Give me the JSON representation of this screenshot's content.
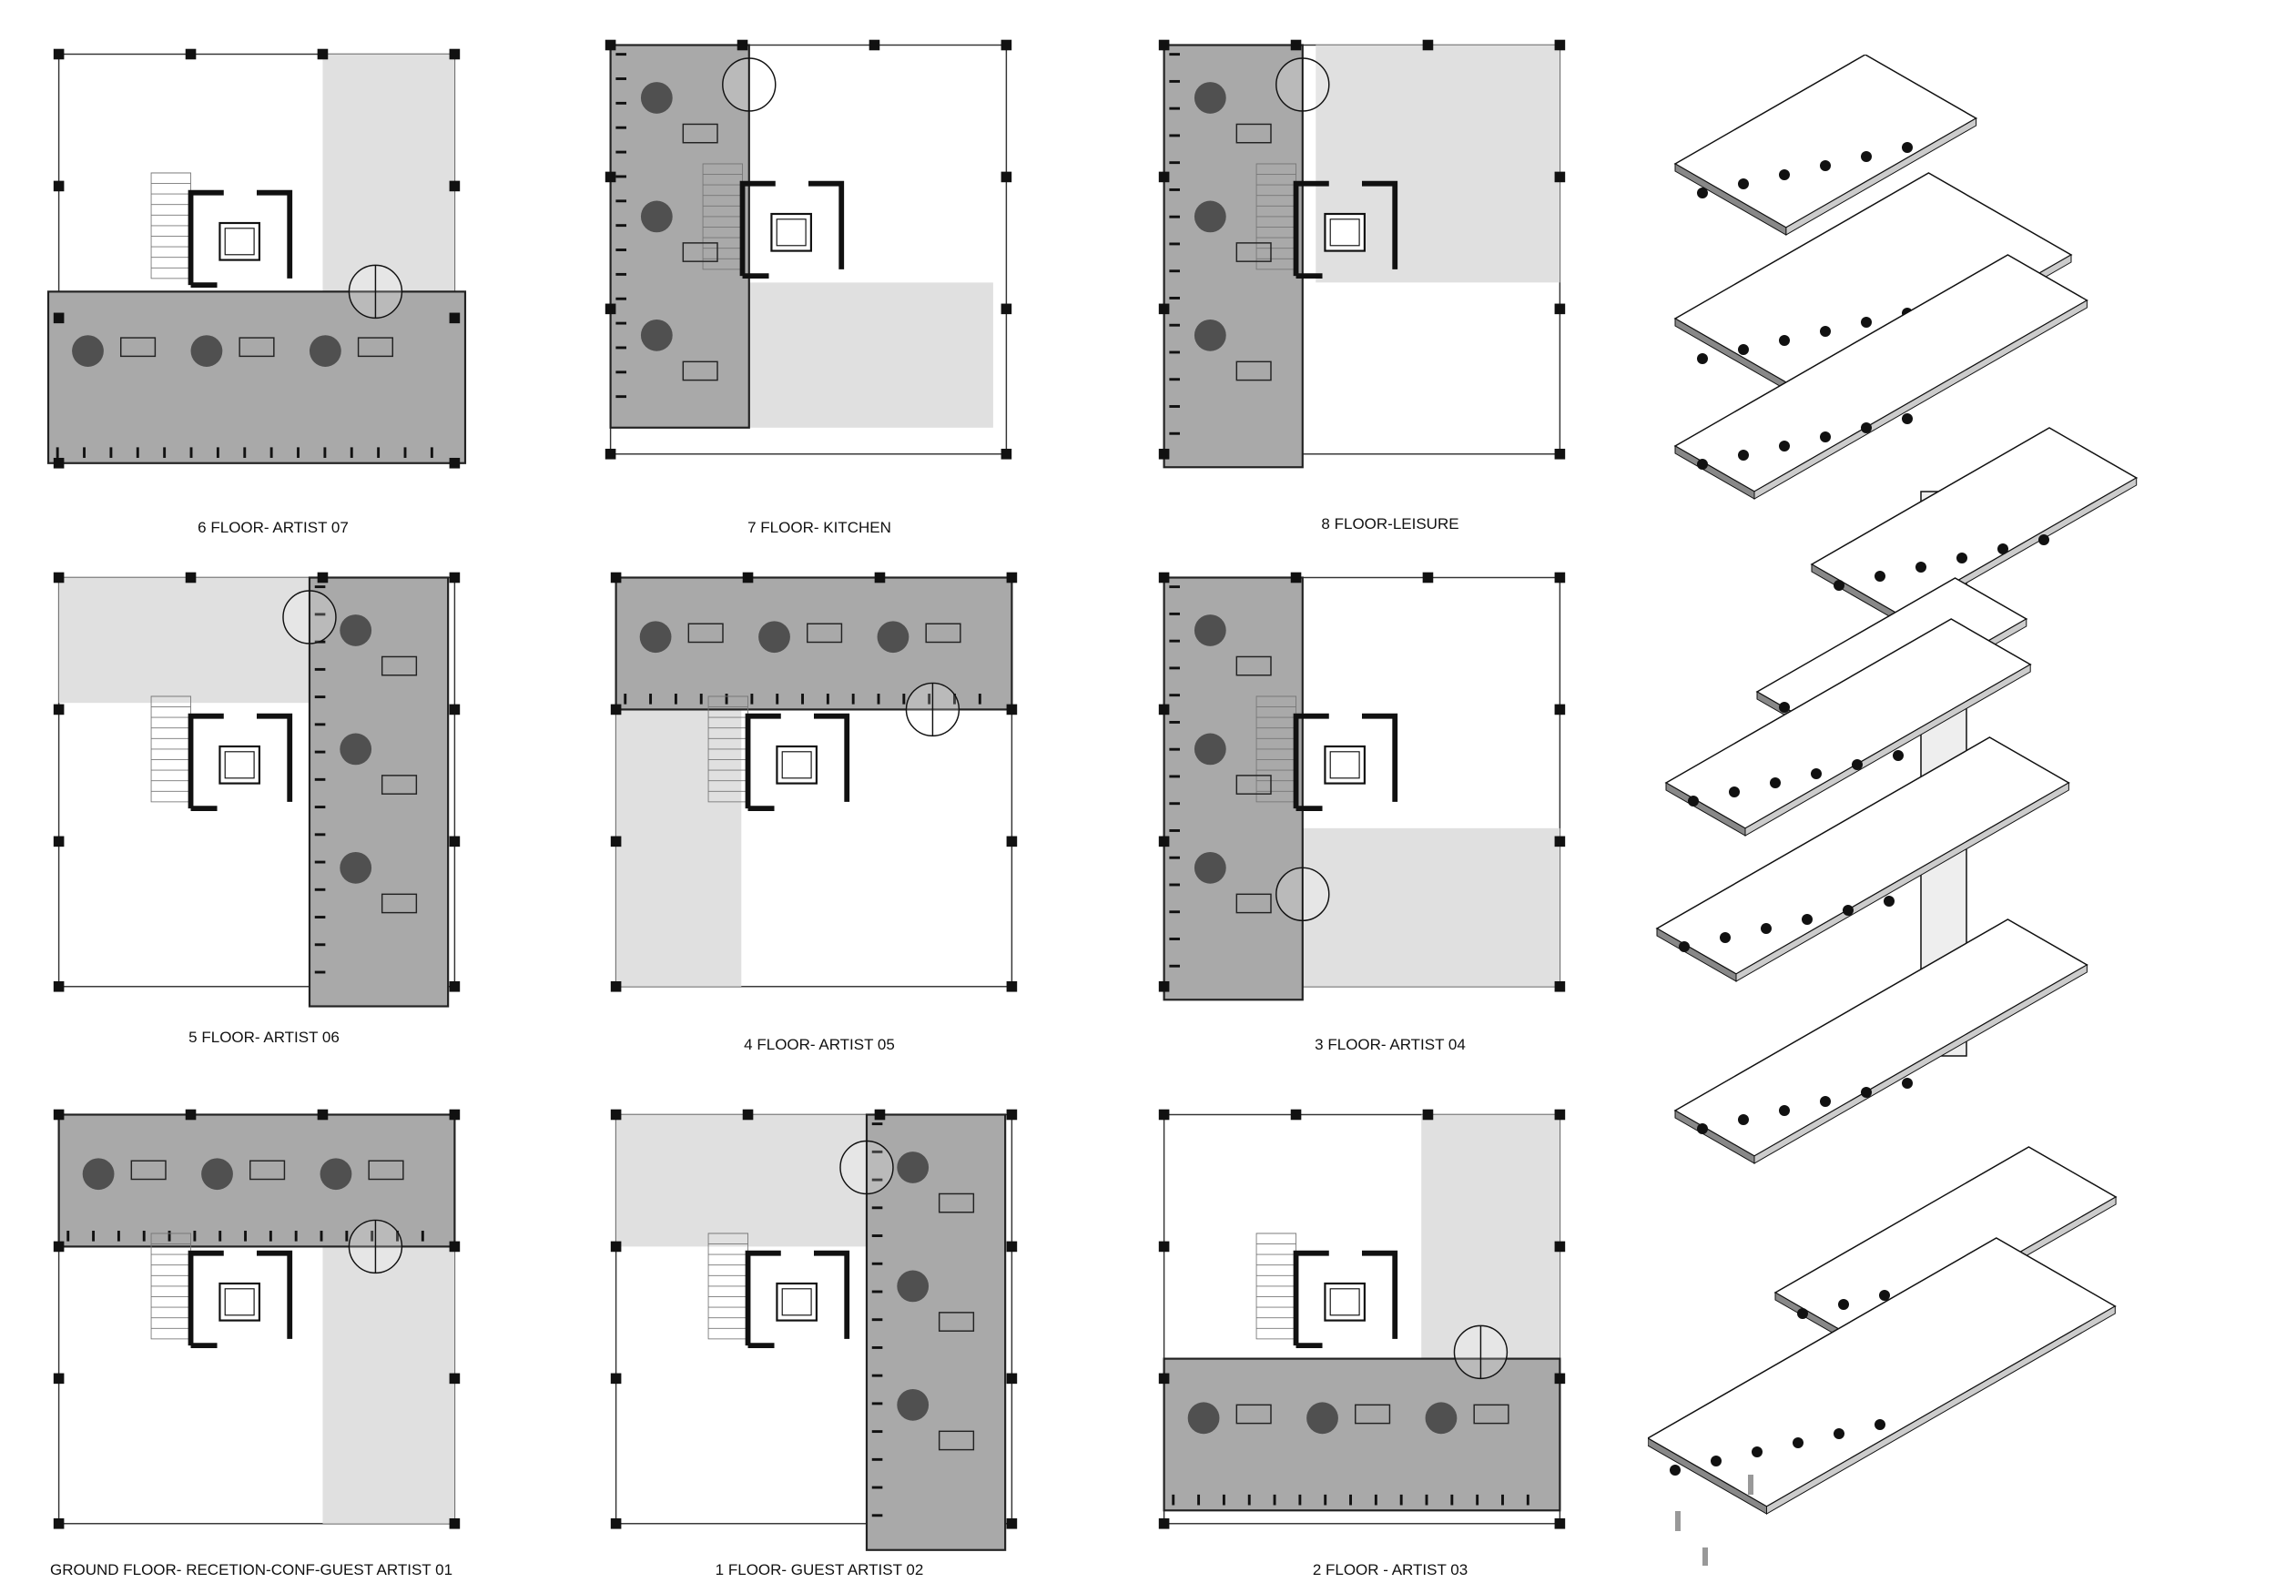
{
  "plans": [
    {
      "id": "floor-6",
      "label": "6 FLOOR- ARTIST 07"
    },
    {
      "id": "floor-7",
      "label": "7 FLOOR- KITCHEN"
    },
    {
      "id": "floor-8",
      "label": "8 FLOOR-LEISURE"
    },
    {
      "id": "floor-5",
      "label": "5 FLOOR- ARTIST 06"
    },
    {
      "id": "floor-4",
      "label": "4 FLOOR- ARTIST 05"
    },
    {
      "id": "floor-3",
      "label": "3 FLOOR- ARTIST 04"
    },
    {
      "id": "floor-ground",
      "label": "GROUND FLOOR- RECETION-CONF-GUEST ARTIST 01"
    },
    {
      "id": "floor-1",
      "label": "1  FLOOR- GUEST ARTIST 02"
    },
    {
      "id": "floor-2",
      "label": "2 FLOOR - ARTIST 03"
    }
  ],
  "colors": {
    "dark": "#a9a9a9",
    "light": "#e0e0e0",
    "ink": "#111111"
  }
}
